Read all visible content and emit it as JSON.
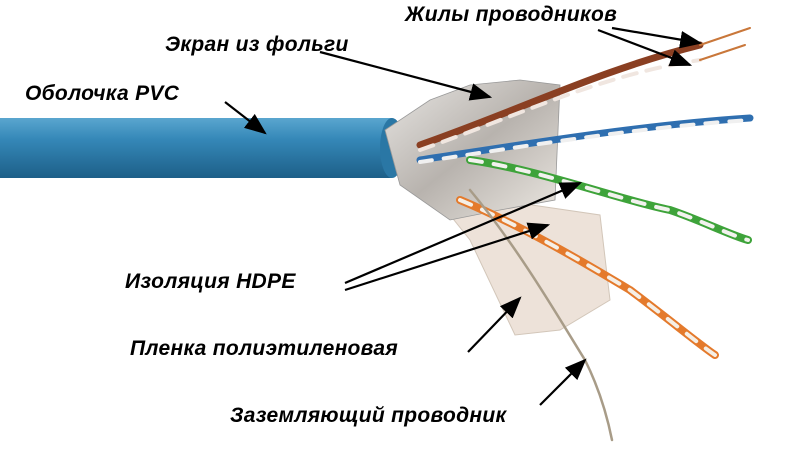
{
  "labels": {
    "conductors": "Жилы проводников",
    "foil_screen": "Экран из фольги",
    "pvc_jacket": "Оболочка PVC",
    "hdpe_insulation": "Изоляция HDPE",
    "pe_film": "Пленка полиэтиленовая",
    "drain_wire": "Заземляющий проводник"
  },
  "colors": {
    "jacket": "#2f7fae",
    "brown_pair": "#8a3f22",
    "blue_pair": "#2f6fb0",
    "green_pair": "#3ea33a",
    "orange_pair": "#e47a2c",
    "foil": "#c9c6c2",
    "copper": "#c9773a"
  }
}
